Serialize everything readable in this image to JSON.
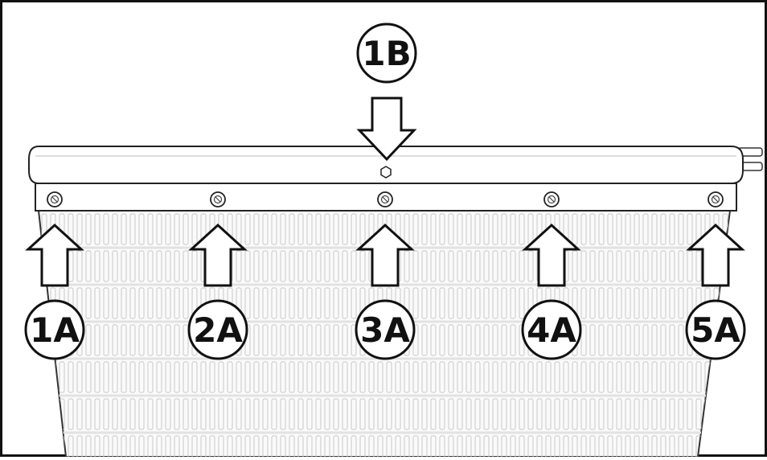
{
  "diagram": {
    "top_callout": {
      "label": "1B",
      "target": "top-center-fastener"
    },
    "bottom_callouts": [
      {
        "label": "1A"
      },
      {
        "label": "2A"
      },
      {
        "label": "3A"
      },
      {
        "label": "4A"
      },
      {
        "label": "5A"
      }
    ],
    "colors": {
      "line": "#111111",
      "background": "#ffffff",
      "grille_line": "#c8c8c8",
      "panel_fill": "#fafafa"
    }
  }
}
